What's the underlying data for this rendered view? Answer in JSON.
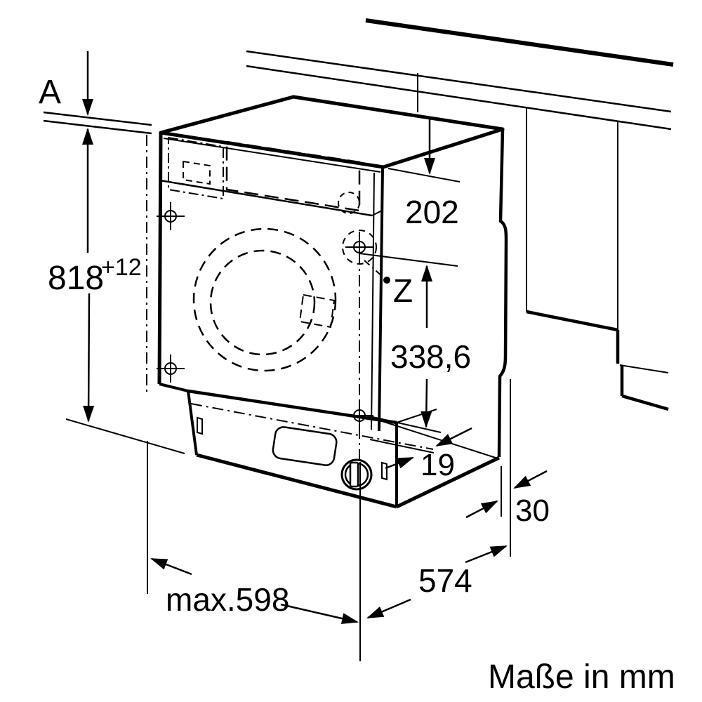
{
  "diagram": {
    "units_note": "Maße in mm",
    "colors": {
      "line": "#000000",
      "background": "#ffffff"
    },
    "dimensions": {
      "gap_label": "A",
      "niche_height": "818",
      "niche_height_tolerance": "+12",
      "top_offset": "202",
      "detail_label": "Z",
      "hinge_center_height": "338,6",
      "plinth_recess": "19",
      "panel_thickness": "30",
      "depth": "574",
      "max_width": "max.598"
    }
  }
}
